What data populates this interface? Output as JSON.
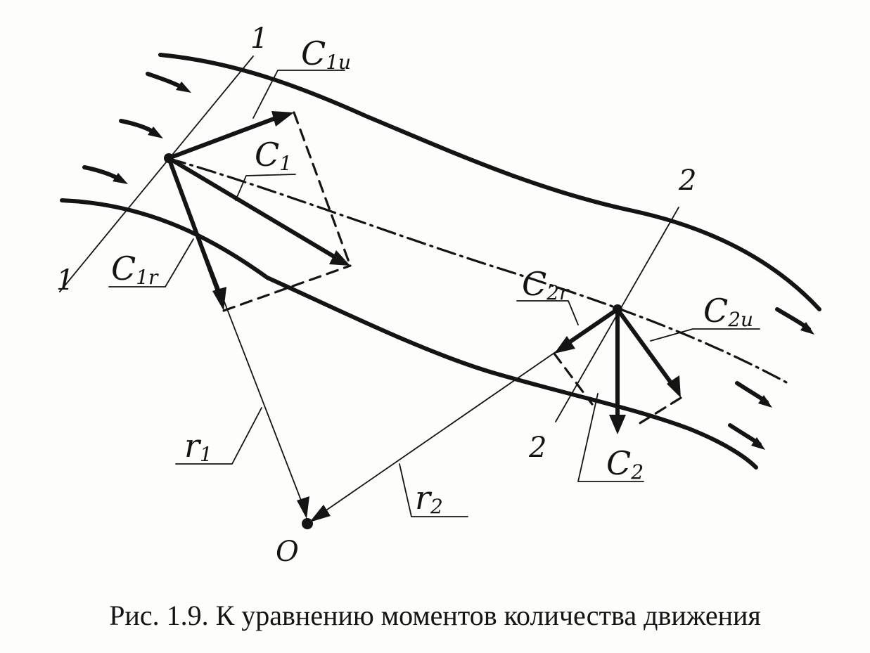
{
  "figure": {
    "caption": "Рис. 1.9. К уравнению моментов количества движения",
    "labels": {
      "section1_top": "1",
      "section1_bottom": "1",
      "section2_top": "2",
      "section2_bottom": "2",
      "origin": "O",
      "c1u_main": "C",
      "c1u_sub": "1u",
      "c1_main": "C",
      "c1_sub": "1",
      "c1r_main": "C",
      "c1r_sub": "1r",
      "c2r_main": "C",
      "c2r_sub": "2r",
      "c2u_main": "C",
      "c2u_sub": "2u",
      "c2_main": "C",
      "c2_sub": "2",
      "r1_main": "r",
      "r1_sub": "1",
      "r2_main": "r",
      "r2_sub": "2"
    },
    "colors": {
      "ink": "#141414",
      "paper": "#fdfdfb"
    }
  }
}
